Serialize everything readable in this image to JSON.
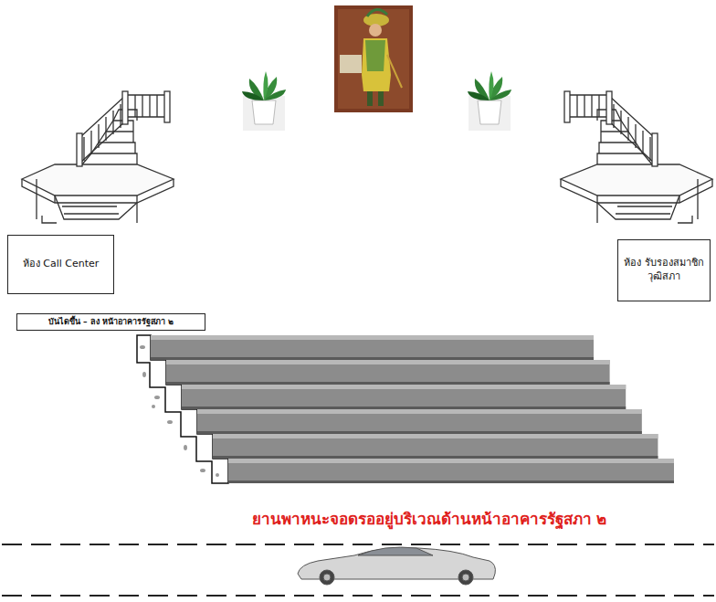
{
  "diagram": {
    "nodes": [
      {
        "text": [
          "ห้อง Call Center"
        ]
      },
      {
        "text": [
          "ห้อง รับรองสมาชิก วุฒิสภา"
        ]
      },
      {
        "text": [
          "บันไดขึ้น – ลง หน้าอาคารรัฐสภา ๒"
        ]
      }
    ],
    "labels": [
      "ยานพาหนะจอดรออยู่บริเวณด้านหน้าอาคารรัฐสภา ๒"
    ]
  }
}
